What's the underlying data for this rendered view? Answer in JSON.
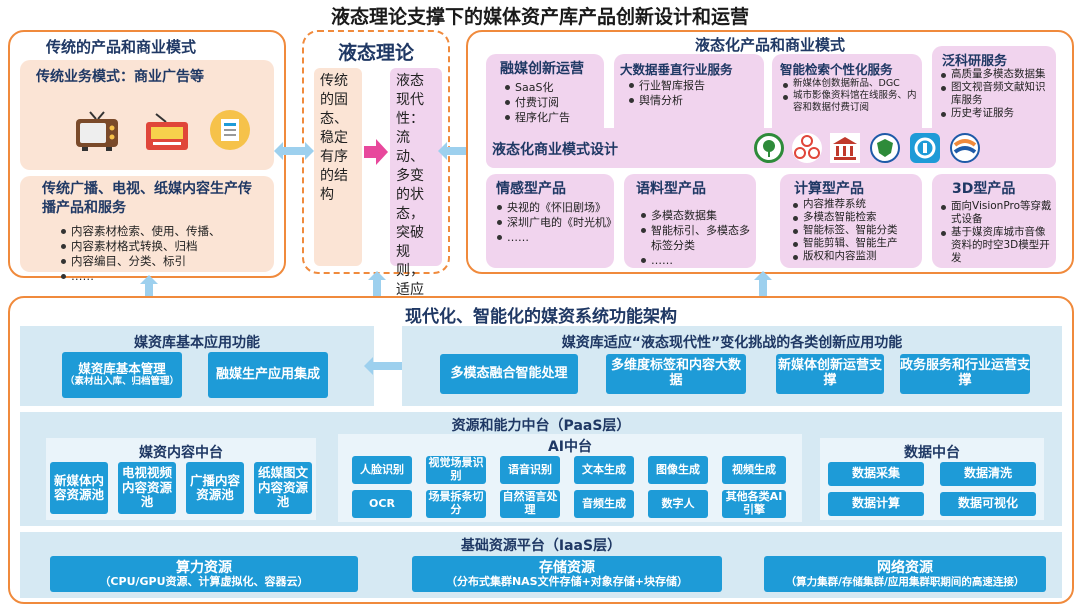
{
  "title": "液态理论支撑下的媒体资产库产品创新设计和运营",
  "left": {
    "title": "传统的产品和商业模式",
    "biz_title": "传统业务模式：商业广告等",
    "prod_title": "传统广播、电视、纸媒内容生产传播产品和服务",
    "items": [
      "内容素材检索、使用、传播、",
      "内容素材格式转换、归档",
      "内容编目、分类、标引",
      "……"
    ]
  },
  "middle": {
    "title": "液态理论",
    "left_text": "传统的固态、稳定有序的结构",
    "right_text": "液态现代性：流动、多变的状态，突破规则，适应环境"
  },
  "right": {
    "title": "液态化产品和商业模式",
    "top_boxes": [
      {
        "title": "融媒创新运营",
        "items": [
          "SaaS化",
          "付费订阅",
          "程序化广告"
        ]
      },
      {
        "title": "大数据垂直行业服务",
        "items": [
          "行业智库报告",
          "舆情分析"
        ]
      },
      {
        "title": "智能检索个性化服务",
        "items": [
          "新媒体创数据新品、DGC",
          "城市影像资料馆在线服务、内容和数据付费订阅"
        ]
      },
      {
        "title": "泛科研服务",
        "items": [
          "高质量多模态数据集",
          "图文视音频文献知识库服务",
          "历史考证服务"
        ]
      }
    ],
    "design_title": "液态化商业模式设计",
    "logo_icons": [
      "tree-logo",
      "circle-link-logo",
      "museum-logo",
      "shield-logo",
      "badge-logo",
      "wave-logo"
    ],
    "bottom_boxes": [
      {
        "title": "情感型产品",
        "items": [
          "央视的《怀旧剧场》",
          "深圳广电的《时光机》",
          "……"
        ]
      },
      {
        "title": "语料型产品",
        "items": [
          "多模态数据集",
          "智能标引、多模态多标签分类",
          "……"
        ]
      },
      {
        "title": "计算型产品",
        "items": [
          "内容推荐系统",
          "多模态智能检索",
          "智能标签、智能分类",
          "智能剪辑、智能生产",
          "版权和内容监测"
        ]
      },
      {
        "title": "3D型产品",
        "items": [
          "面向VisionPro等穿戴式设备",
          "基于媒资库城市音像资料的时空3D模型开发"
        ]
      }
    ]
  },
  "bottom": {
    "title": "现代化、智能化的媒资系统功能架构",
    "basic_title": "媒资库基本应用功能",
    "basic_items": [
      "媒资库基本管理",
      "融媒生产应用集成"
    ],
    "basic_note": "（素材出入库、归档管理）",
    "innov_title": "媒资库适应“液态现代性”变化挑战的各类创新应用功能",
    "innov_items": [
      "多模态融合智能处理",
      "多维度标签和内容大数据",
      "新媒体创新运营支撑",
      "政务服务和行业运营支撑"
    ],
    "paas_title": "资源和能力中台（PaaS层）",
    "content_title": "媒资内容中台",
    "content_items": [
      "新媒体内容资源池",
      "电视视频内容资源池",
      "广播内容资源池",
      "纸媒图文内容资源池"
    ],
    "ai_title": "AI中台",
    "ai_items": [
      "人脸识别",
      "视觉场景识别",
      "语音识别",
      "文本生成",
      "图像生成",
      "视频生成",
      "OCR",
      "场景拆条切分",
      "自然语言处理",
      "音频生成",
      "数字人",
      "其他各类AI引擎"
    ],
    "data_title": "数据中台",
    "data_items": [
      "数据采集",
      "数据清洗",
      "数据计算",
      "数据可视化"
    ],
    "iaas_title": "基础资源平台（IaaS层）",
    "iaas_items": [
      {
        "title": "算力资源",
        "sub": "（CPU/GPU资源、计算虚拟化、容器云）"
      },
      {
        "title": "存储资源",
        "sub": "（分布式集群NAS文件存储+对象存储+块存储）"
      },
      {
        "title": "网络资源",
        "sub": "（算力集群/存储集群/应用集群职期间的高速连接）"
      }
    ]
  }
}
